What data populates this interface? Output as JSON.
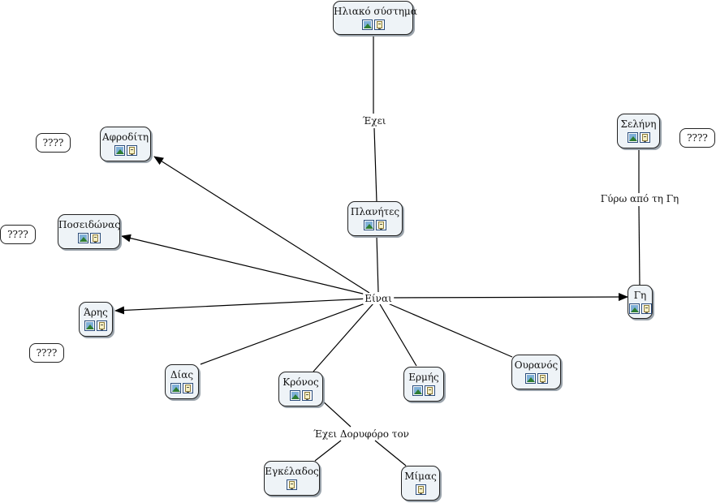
{
  "nodes": {
    "solar_system": "Ηλιακό σύστημα",
    "planets": "Πλανήτες",
    "aphrodite": "Αφροδίτη",
    "poseidon": "Ποσειδώνας",
    "ares": "Άρης",
    "zeus": "Δίας",
    "kronos": "Κρόνος",
    "hermes": "Ερμής",
    "uranus": "Ουρανός",
    "earth": "Γη",
    "moon": "Σελήνη",
    "enceladus": "Εγκέλαδος",
    "mimas": "Μίμας"
  },
  "links": {
    "has": "Έχει",
    "is": "Είναι",
    "around_earth": "Γύρω από τη Γη",
    "has_satellite": "Έχει Δορυφόρο τον"
  },
  "unknowns": {
    "q1": "????",
    "q2": "????",
    "q3": "????",
    "q4": "????"
  }
}
